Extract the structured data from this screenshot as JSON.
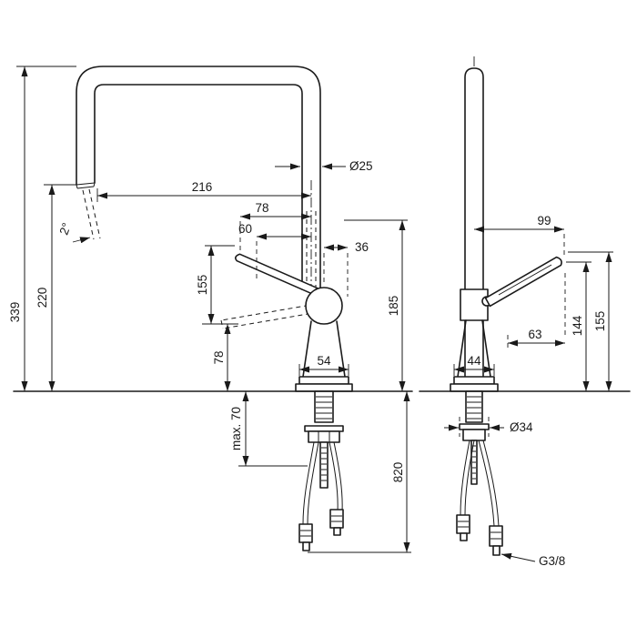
{
  "dims": {
    "height_total": "339",
    "height_spout": "220",
    "reach": "216",
    "handle_x1": "78",
    "handle_x2": "60",
    "spray_angle": "2°",
    "spout_dia": "Ø25",
    "handle_travel": "36",
    "handle_h1": "155",
    "base_h": "78",
    "body_h": "185",
    "base_w": "54",
    "max_thickness": "max. 70",
    "hose_len": "820",
    "side_reach": "99",
    "side_offset": "63",
    "side_h1": "144",
    "side_h2": "155",
    "side_base_w": "44",
    "shank_dia": "Ø34",
    "connection": "G3/8"
  }
}
